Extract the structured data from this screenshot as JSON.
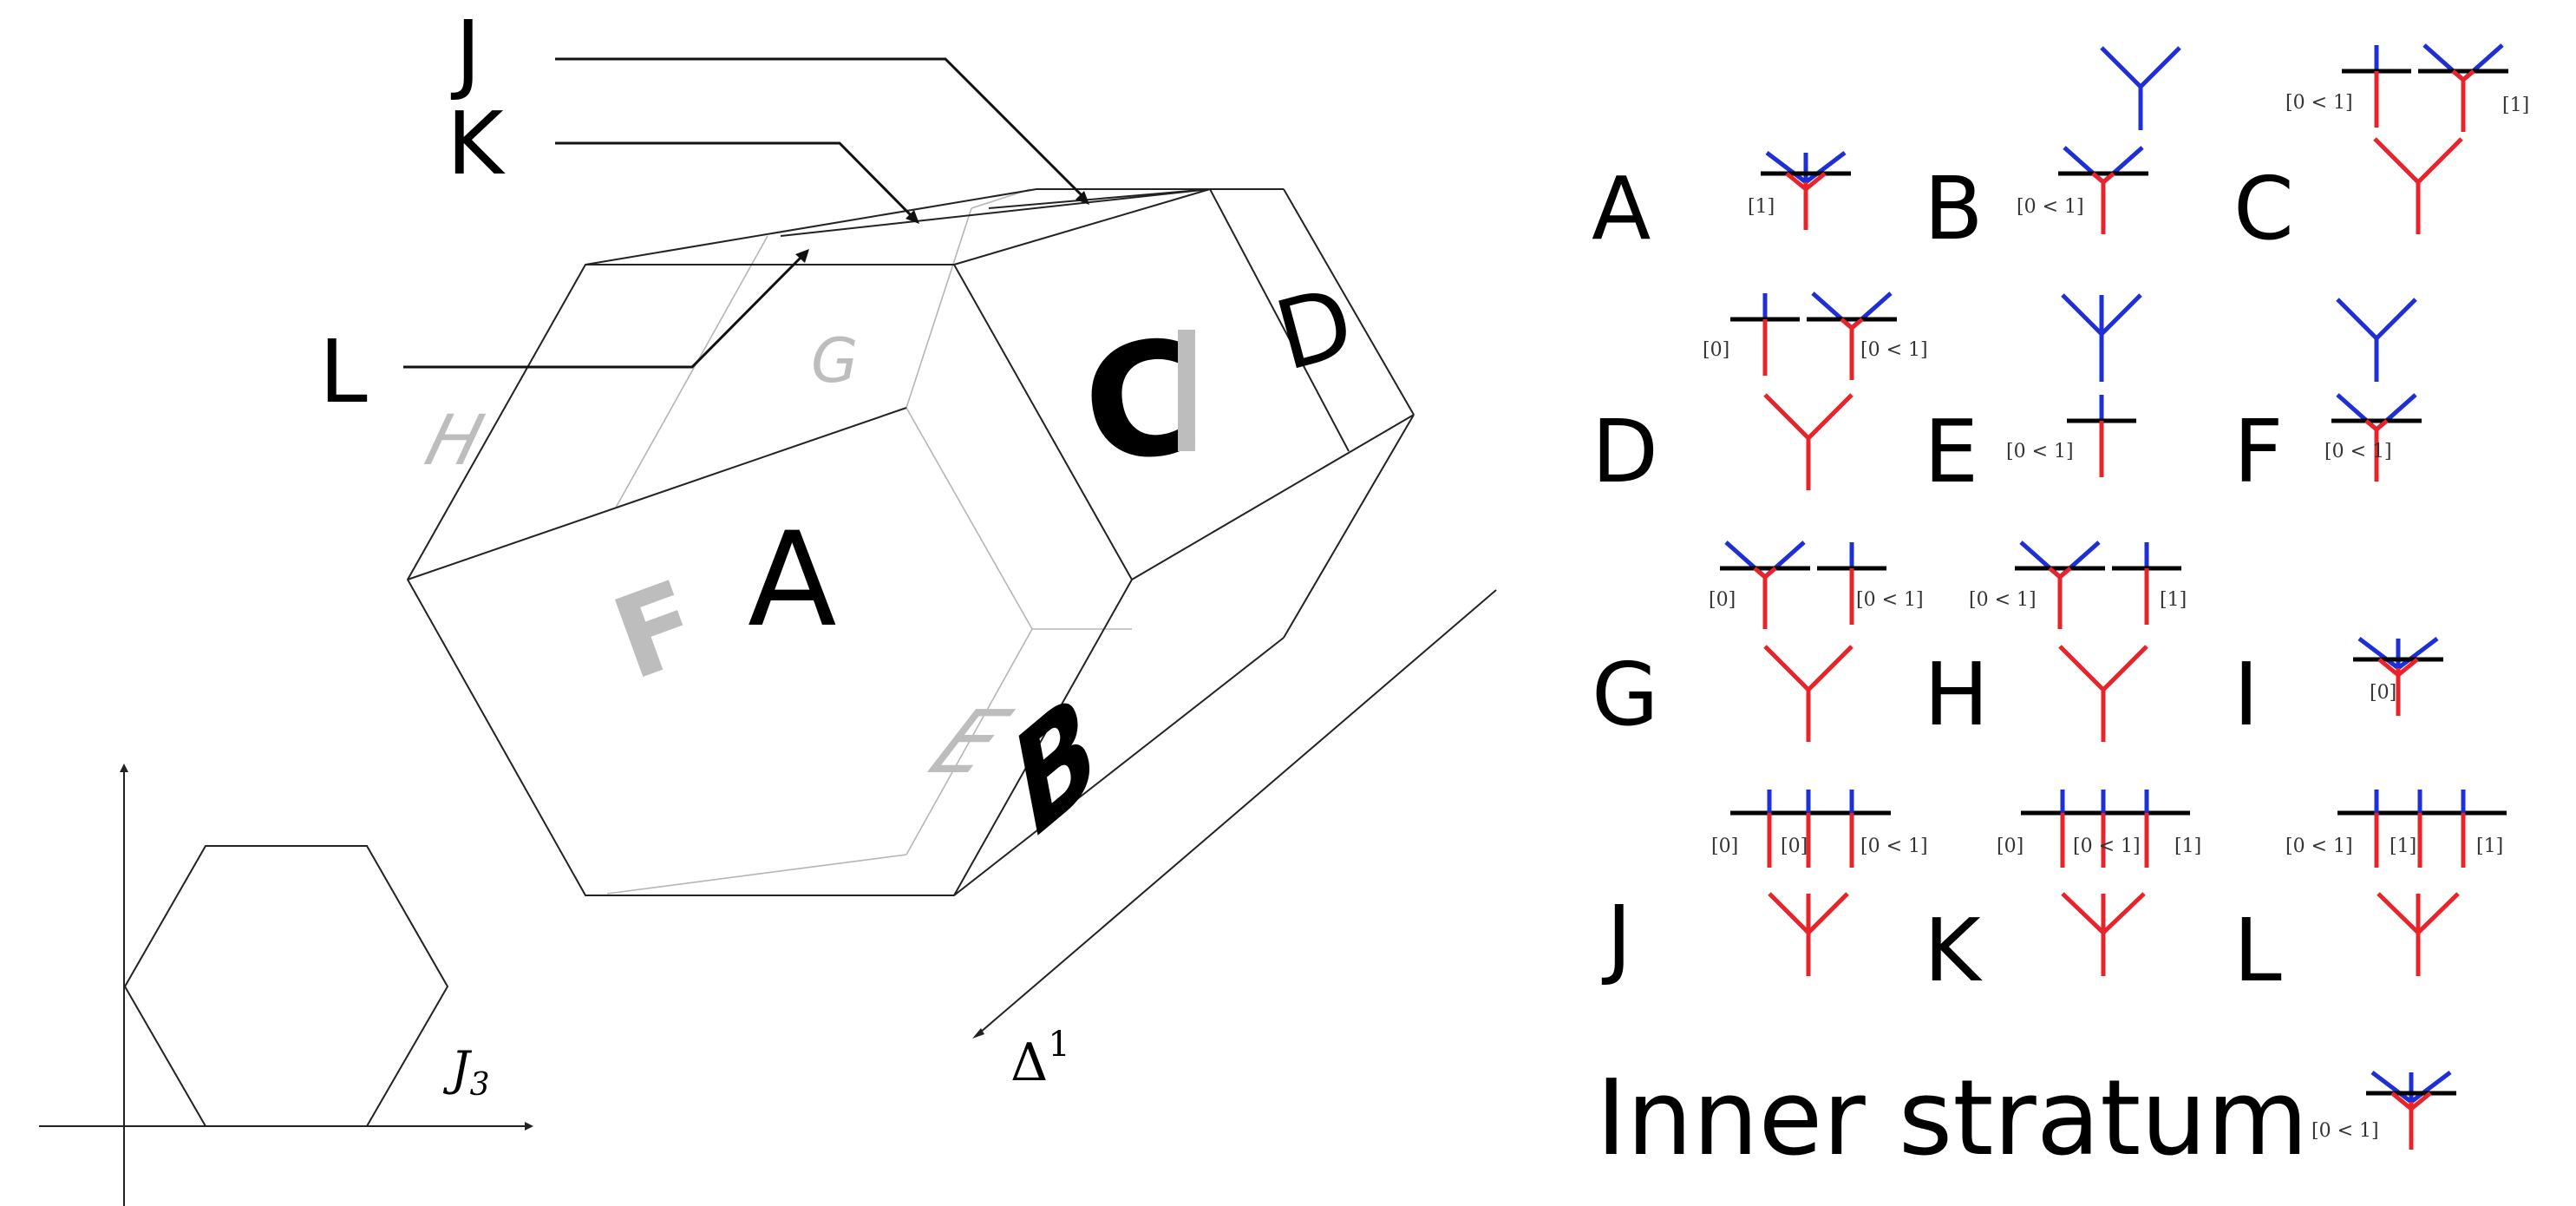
{
  "axes_label": "J",
  "axes_label_sub": "3",
  "delta_label": "Δ",
  "delta_label_sup": "1",
  "callouts": {
    "J": "J",
    "K": "K",
    "L": "L"
  },
  "faces": {
    "A": "A",
    "C": "C",
    "D": "D",
    "B": "B",
    "G": "G",
    "H": "H",
    "F": "F",
    "E": "E"
  },
  "legend": [
    {
      "letter": "A",
      "labels": [
        "[1]"
      ]
    },
    {
      "letter": "B",
      "labels": [
        "[0 < 1]"
      ]
    },
    {
      "letter": "C",
      "labels": [
        "[0 < 1]",
        "[1]"
      ]
    },
    {
      "letter": "D",
      "labels": [
        "[0]",
        "[0 < 1]"
      ]
    },
    {
      "letter": "E",
      "labels": [
        "[0 < 1]"
      ]
    },
    {
      "letter": "F",
      "labels": [
        "[0 < 1]"
      ]
    },
    {
      "letter": "G",
      "labels": [
        "[0]",
        "[0 < 1]"
      ]
    },
    {
      "letter": "H",
      "labels": [
        "[0 < 1]",
        "[1]"
      ]
    },
    {
      "letter": "I",
      "labels": [
        "[0]"
      ]
    },
    {
      "letter": "J",
      "labels": [
        "[0]",
        "[0]",
        "[0 < 1]"
      ]
    },
    {
      "letter": "K",
      "labels": [
        "[0]",
        "[0 < 1]",
        "[1]"
      ]
    },
    {
      "letter": "L",
      "labels": [
        "[0 < 1]",
        "[1]",
        "[1]"
      ]
    }
  ],
  "inner": {
    "title": "Inner stratum",
    "label": "[0 < 1]"
  },
  "colors": {
    "blue": "#1f2fd6",
    "red": "#e8242a",
    "face_gray": "#bdbdbd",
    "edge": "#222222",
    "hidden_edge": "#b5b5b5"
  }
}
